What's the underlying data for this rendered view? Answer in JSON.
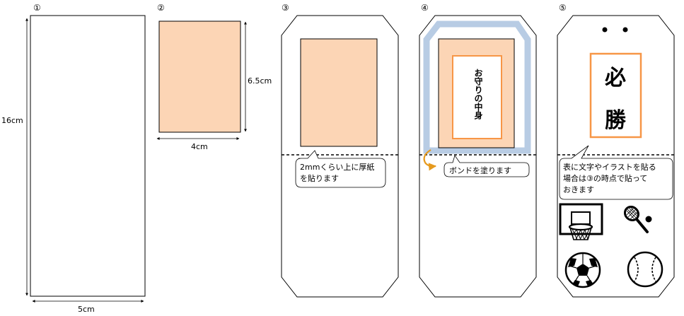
{
  "steps": [
    {
      "number": "①",
      "width_label": "5cm",
      "height_label": "16cm"
    },
    {
      "number": "②",
      "width_label": "4cm",
      "height_label": "6.5cm"
    },
    {
      "number": "③",
      "callout": [
        "2mmくらい上に厚紙",
        "を貼ります"
      ]
    },
    {
      "number": "④",
      "charm_text": "お守りの中身",
      "callout": [
        "ボンドを塗ります"
      ]
    },
    {
      "number": "⑤",
      "charm_char_1": "必",
      "charm_char_2": "勝",
      "callout": [
        "表に文字やイラストを貼る",
        "場合は③の時点で貼って",
        "おきます"
      ]
    }
  ],
  "icons": [
    "basketball-hoop-icon",
    "tennis-racket-icon",
    "soccer-ball-icon",
    "baseball-icon"
  ],
  "colors": {
    "cardboard": "#fcd5b5",
    "outline": "#000000",
    "glue_band": "#b8cce4",
    "label_border": "#f79646",
    "arrow": "#e69a1e"
  }
}
